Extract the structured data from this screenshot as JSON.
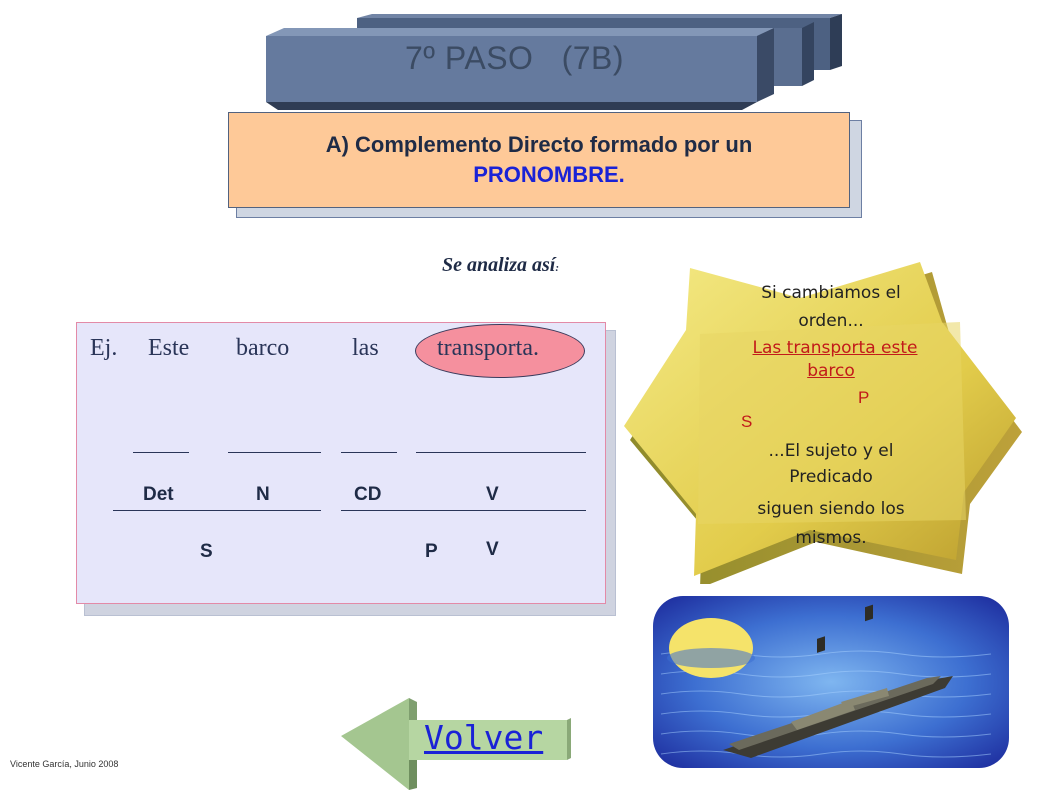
{
  "title": "7º PASO   (7B)",
  "subtitle": {
    "line1": "A) Complemento Directo formado por un",
    "line2": "PRONOMBRE."
  },
  "intro": {
    "text": "Se analiza así",
    "suffix": ":"
  },
  "example": {
    "prefix": "Ej.",
    "words": [
      "Este",
      "barco",
      "las",
      "transporta."
    ],
    "tags": {
      "det": "Det",
      "n": "N",
      "cd": "CD",
      "v": "V"
    },
    "groups": {
      "s": "S",
      "p": "P",
      "v": "V"
    }
  },
  "callout": {
    "line1": "Si cambiamos el",
    "line2": "orden...",
    "linked1": "Las transporta",
    "linked2": "este",
    "linked3": "barco",
    "p_label": "P",
    "s_label": "S",
    "line3": "...El sujeto y el",
    "line4": "Predicado",
    "line5": "siguen siendo los",
    "line6": "mismos."
  },
  "nav": {
    "back_label": "Volver"
  },
  "footer": "Vicente García, Junio 2008",
  "colors": {
    "subtitle_bg": "#fec998",
    "accent_blue": "#1a22d6",
    "example_bg": "#e6e6fa",
    "highlight": "#f5909e",
    "star": "#e3cf52"
  }
}
